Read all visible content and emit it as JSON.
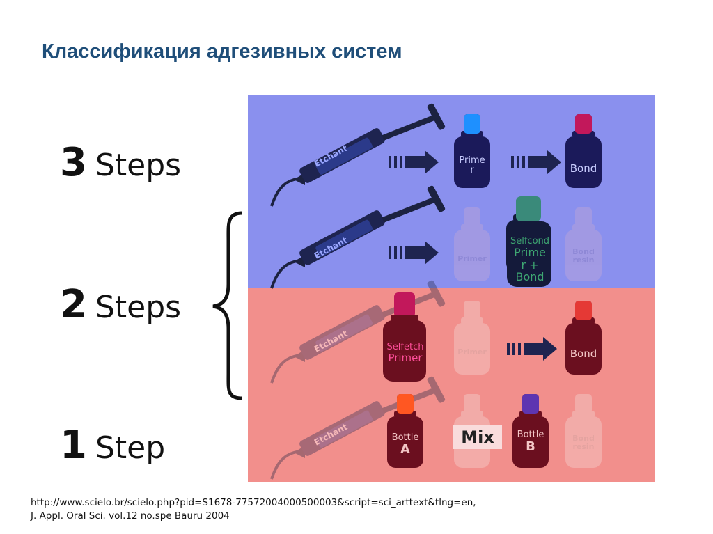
{
  "title": "Классификация адгезивных систем",
  "steps": [
    {
      "num": "3",
      "word": "Steps"
    },
    {
      "num": "2",
      "word": "Steps"
    },
    {
      "num": "1",
      "word": "Step"
    }
  ],
  "labels": {
    "etchant": "Etchant",
    "primer_split": [
      "Prime",
      "r"
    ],
    "primer_faded": "Primer",
    "bond": "Bond",
    "bond_resin": [
      "Bond",
      "resin"
    ],
    "selfcond_title": "Selfcond",
    "selfcond_lines": [
      "Prime",
      "r +",
      "Bond"
    ],
    "selfetch_title": "Selfetch",
    "selfetch_sub": "Primer",
    "bottle_a": [
      "Bottle",
      "A"
    ],
    "bottle_b": [
      "Bottle",
      "B"
    ],
    "mix": "Mix"
  },
  "colors": {
    "title": "#1f4e79",
    "panel_blue": "#8a90ee",
    "panel_red": "#f28f8c"
  },
  "reference": {
    "line1": "http://www.scielo.br/scielo.php?pid=S1678-77572004000500003&script=sci_arttext&tlng=en,",
    "line2": "J. Appl. Oral Sci. vol.12 no.spe Bauru 2004"
  }
}
